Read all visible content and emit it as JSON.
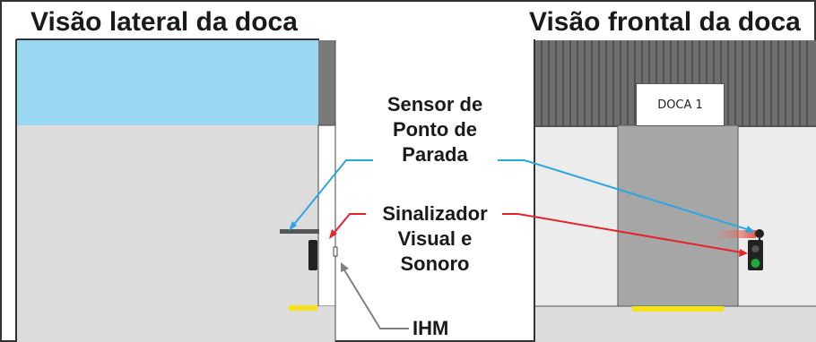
{
  "titles": {
    "side_view": "Visão lateral da doca",
    "front_view": "Visão frontal da doca"
  },
  "sign": {
    "label": "DOCA 1"
  },
  "callouts": {
    "stop_sensor": [
      "Sensor de",
      "Ponto de",
      "Parada"
    ],
    "signal": [
      "Sinalizador",
      "Visual e",
      "Sonoro"
    ],
    "hmi": "IHM"
  },
  "colors": {
    "sky": "#9ad8f2",
    "ground": "#dcdcdc",
    "wall": "#ececec",
    "dark_wall": "#777777",
    "door": "#a6a6a6",
    "bumper": "#f5e21a",
    "sensor_leader": "#2aa7e0",
    "signal_leader": "#e3242b",
    "hmi_leader": "#808080",
    "light_green": "#1faa3c"
  }
}
